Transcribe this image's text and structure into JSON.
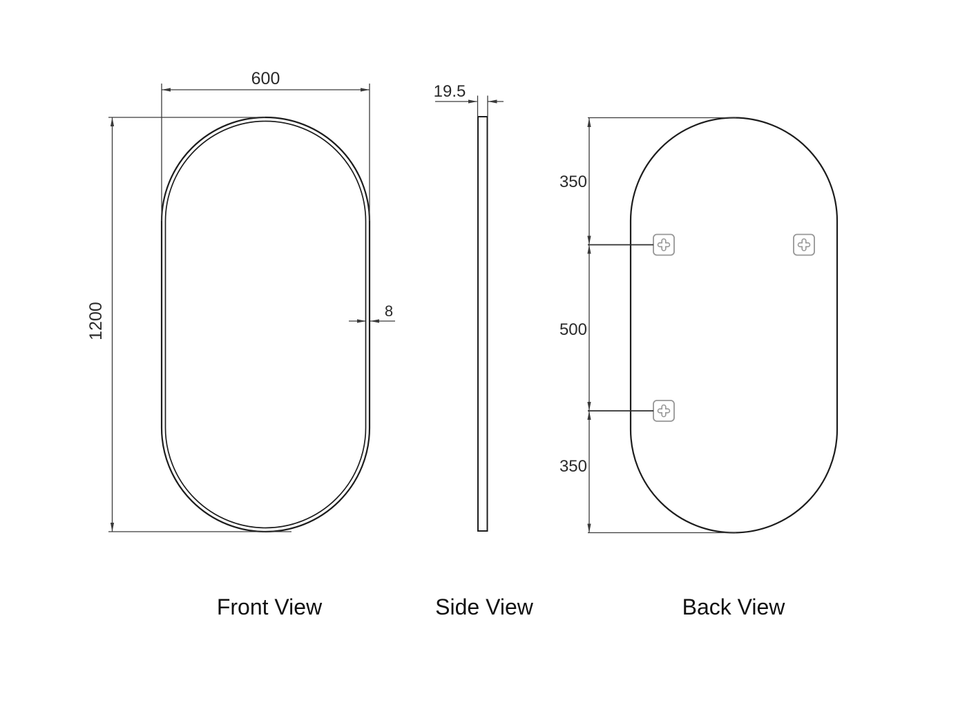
{
  "drawing": {
    "views": {
      "front": {
        "label": "Front View",
        "width_mm": "600",
        "height_mm": "1200",
        "frame_thickness_mm": "8"
      },
      "side": {
        "label": "Side View",
        "depth_mm": "19.5"
      },
      "back": {
        "label": "Back View",
        "top_to_bracket_mm": "350",
        "bracket_spacing_mm": "500",
        "bracket_to_bottom_mm": "350"
      }
    },
    "colors": {
      "background": "#ffffff",
      "outline": "#1d1d1d",
      "dimension_lines": "#3a3a3a",
      "bracket_outline": "#969696"
    }
  }
}
